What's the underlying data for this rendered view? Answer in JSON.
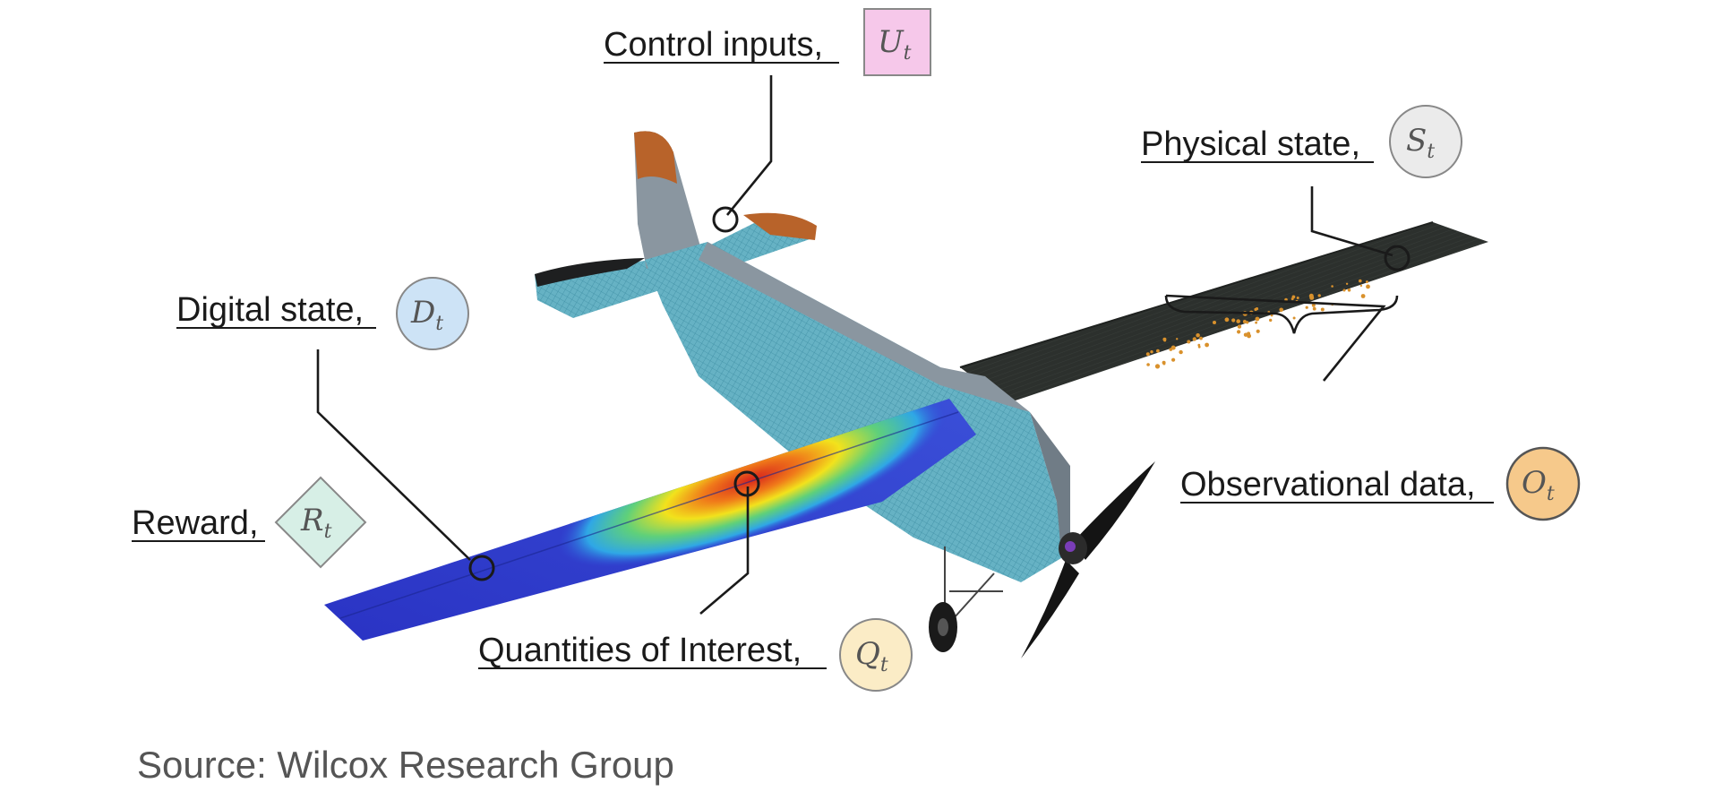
{
  "diagram": {
    "labels": {
      "control_inputs": {
        "text": "Control inputs,",
        "symbol": "U",
        "sub": "t",
        "color": "#f6c8ea"
      },
      "physical_state": {
        "text": "Physical state,",
        "symbol": "S",
        "sub": "t",
        "color": "#ebebeb"
      },
      "digital_state": {
        "text": "Digital state,",
        "symbol": "D",
        "sub": "t",
        "color": "#cde3f6"
      },
      "observational_data": {
        "text": "Observational data,",
        "symbol": "O",
        "sub": "t",
        "color": "#f6c98b"
      },
      "reward": {
        "text": "Reward,",
        "symbol": "R",
        "sub": "t",
        "color": "#d7efe6"
      },
      "quantities_of_interest": {
        "text": "Quantities of Interest,",
        "symbol": "Q",
        "sub": "t",
        "color": "#fbecc6"
      }
    },
    "source": "Source: Wilcox Research Group"
  },
  "colors": {
    "fuselage_mesh": "#6fb7c8",
    "fuselage_gray": "#8a96a0",
    "tail_tip": "#b8632a",
    "dark_wing": "#2c302d",
    "sensor_dots": "#d9912c",
    "heatmap_low": "#2c37c9",
    "heatmap_high": "#d8261c"
  }
}
